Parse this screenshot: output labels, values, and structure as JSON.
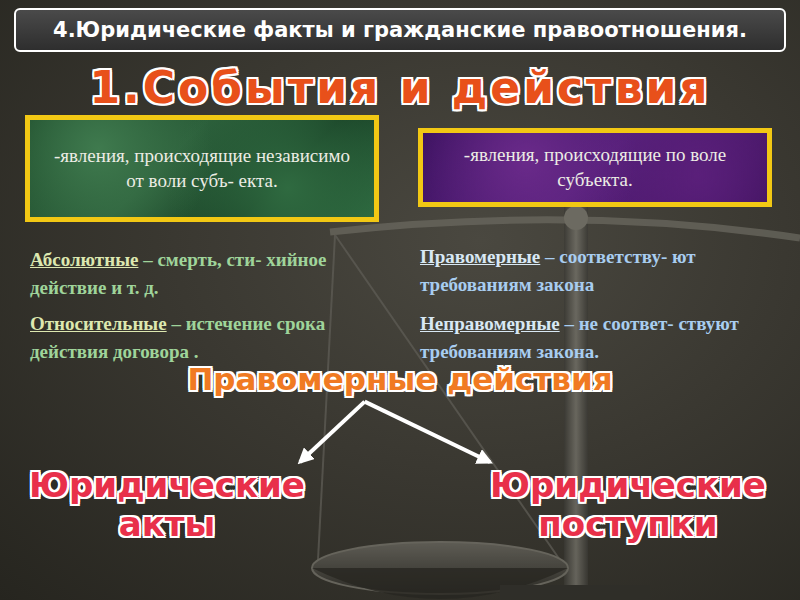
{
  "diagram": {
    "title": "4.Юридические факты и гражданские правоотношения.",
    "nodes": [
      {
        "text": [
          "-явления, происходящие независимо от воли субъ- екта."
        ]
      },
      {
        "text": [
          "-явления, происходящие по воле субъекта."
        ]
      },
      {
        "text": [
          "Правомерные действия"
        ]
      },
      {
        "text": [
          "Юридические акты"
        ]
      },
      {
        "text": [
          "Юридические поступки"
        ]
      }
    ],
    "edges": [
      {
        "from": 2,
        "to": 3,
        "arrow": "to"
      },
      {
        "from": 2,
        "to": 4,
        "arrow": "to"
      }
    ],
    "labels": [
      "1.События и действия",
      "Абсолютные",
      "– смерть, сти- хийное действие и т. д.",
      "Относительные",
      "– истечение срока действия договора .",
      "Правомерные",
      "– соответству- ют требованиям закона",
      "Неправомерные",
      "– не соответ- ствуют требованиям закона."
    ]
  }
}
